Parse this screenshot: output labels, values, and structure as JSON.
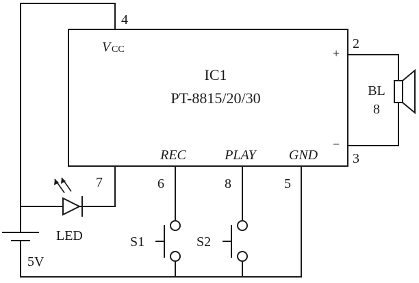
{
  "ic": {
    "name": "IC1",
    "model": "PT-8815/20/30",
    "vcc_label_main": "V",
    "vcc_label_sub": "CC",
    "rec_label": "REC",
    "play_label": "PLAY",
    "gnd_label": "GND"
  },
  "pins": {
    "vcc": "4",
    "speaker_pos": "2",
    "speaker_neg": "3",
    "led": "7",
    "rec": "6",
    "play": "8",
    "gnd": "5"
  },
  "polarity": {
    "plus": "+",
    "minus": "−"
  },
  "speaker": {
    "name": "BL",
    "impedance": "8"
  },
  "led": {
    "label": "LED"
  },
  "switches": {
    "s1": "S1",
    "s2": "S2"
  },
  "battery": {
    "voltage": "5V"
  }
}
